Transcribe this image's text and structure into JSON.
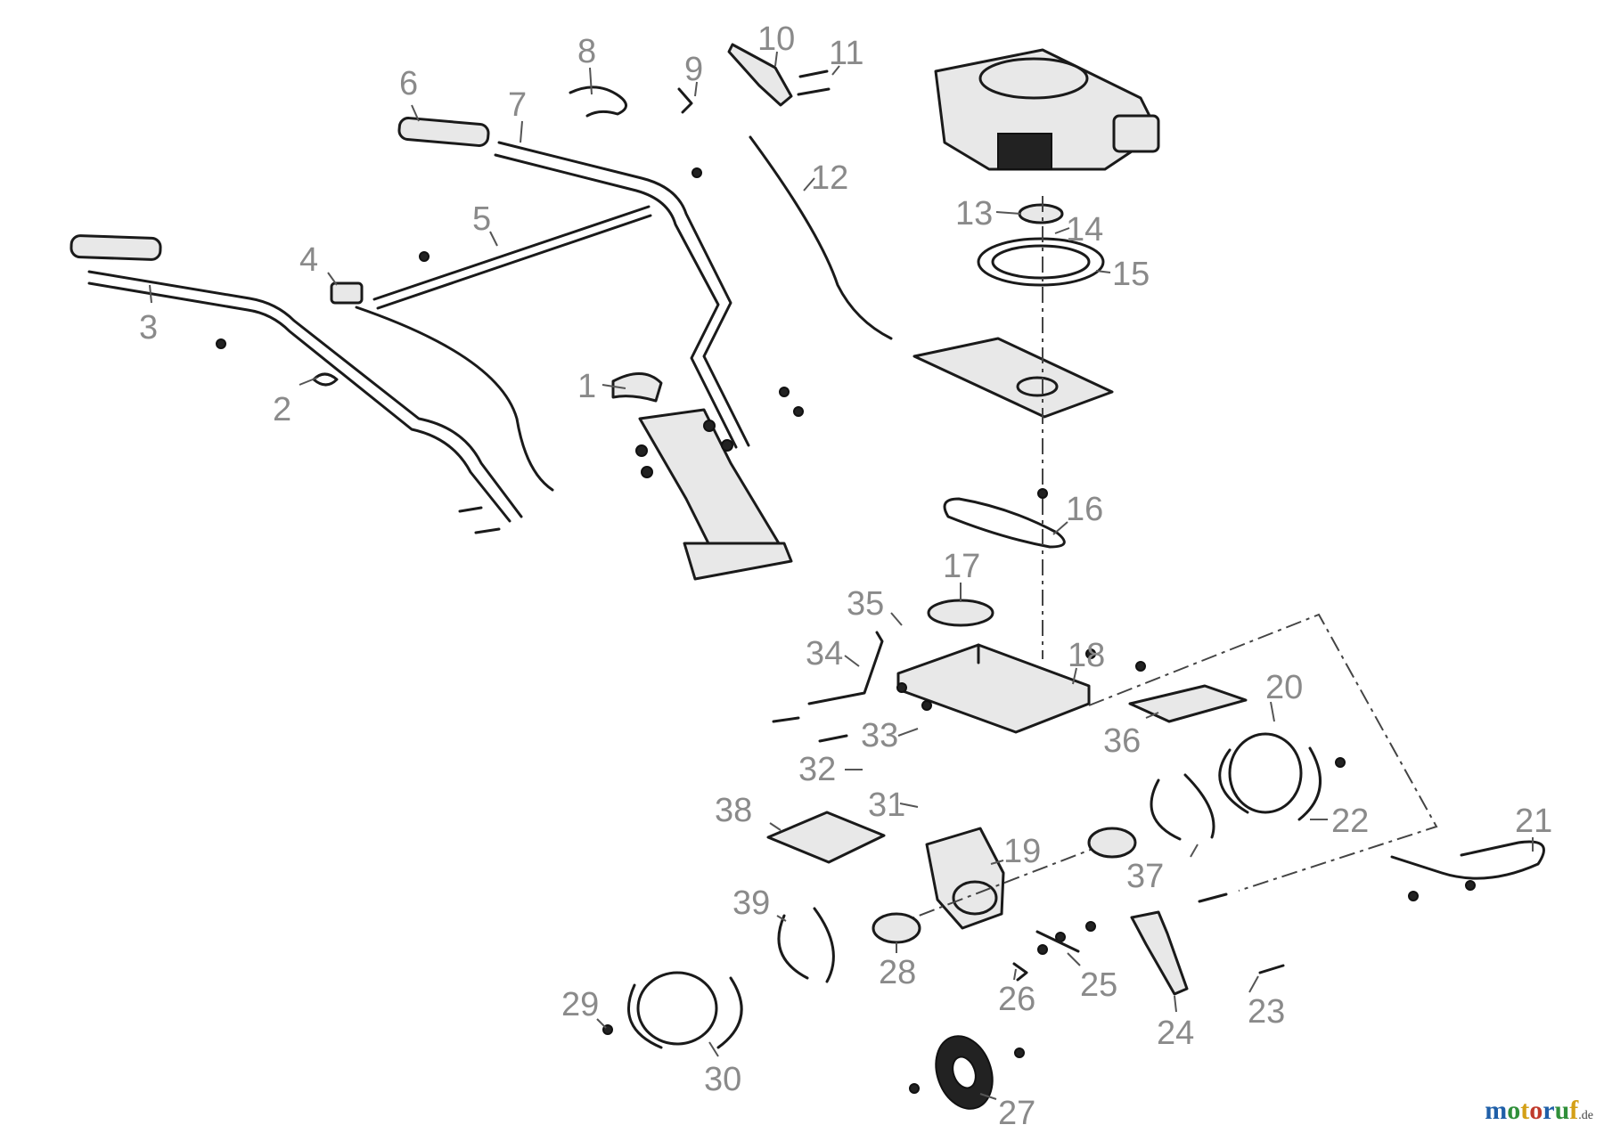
{
  "callouts": [
    {
      "id": "1",
      "text": "1"
    },
    {
      "id": "2",
      "text": "2"
    },
    {
      "id": "3",
      "text": "3"
    },
    {
      "id": "4",
      "text": "4"
    },
    {
      "id": "5",
      "text": "5"
    },
    {
      "id": "6",
      "text": "6"
    },
    {
      "id": "7",
      "text": "7"
    },
    {
      "id": "8",
      "text": "8"
    },
    {
      "id": "9",
      "text": "9"
    },
    {
      "id": "10",
      "text": "10"
    },
    {
      "id": "11",
      "text": "11"
    },
    {
      "id": "12",
      "text": "12"
    },
    {
      "id": "13",
      "text": "13"
    },
    {
      "id": "14",
      "text": "14"
    },
    {
      "id": "15",
      "text": "15"
    },
    {
      "id": "16",
      "text": "16"
    },
    {
      "id": "17",
      "text": "17"
    },
    {
      "id": "18",
      "text": "18"
    },
    {
      "id": "19",
      "text": "19"
    },
    {
      "id": "20",
      "text": "20"
    },
    {
      "id": "21",
      "text": "21"
    },
    {
      "id": "22",
      "text": "22"
    },
    {
      "id": "23",
      "text": "23"
    },
    {
      "id": "24",
      "text": "24"
    },
    {
      "id": "25",
      "text": "25"
    },
    {
      "id": "26",
      "text": "26"
    },
    {
      "id": "27",
      "text": "27"
    },
    {
      "id": "28",
      "text": "28"
    },
    {
      "id": "29",
      "text": "29"
    },
    {
      "id": "30",
      "text": "30"
    },
    {
      "id": "31",
      "text": "31"
    },
    {
      "id": "32",
      "text": "32"
    },
    {
      "id": "33",
      "text": "33"
    },
    {
      "id": "34",
      "text": "34"
    },
    {
      "id": "35",
      "text": "35"
    },
    {
      "id": "36",
      "text": "36"
    },
    {
      "id": "37",
      "text": "37"
    },
    {
      "id": "38",
      "text": "38"
    },
    {
      "id": "39",
      "text": "39"
    }
  ],
  "brand": {
    "parts": [
      {
        "text": "m",
        "color": "#1f5fa8"
      },
      {
        "text": "o",
        "color": "#2f8f3a"
      },
      {
        "text": "t",
        "color": "#d4a017"
      },
      {
        "text": "o",
        "color": "#c0392b"
      },
      {
        "text": "r",
        "color": "#1f5fa8"
      },
      {
        "text": "u",
        "color": "#2f8f3a"
      },
      {
        "text": "f",
        "color": "#d4a017"
      }
    ],
    "tld": ".de"
  }
}
